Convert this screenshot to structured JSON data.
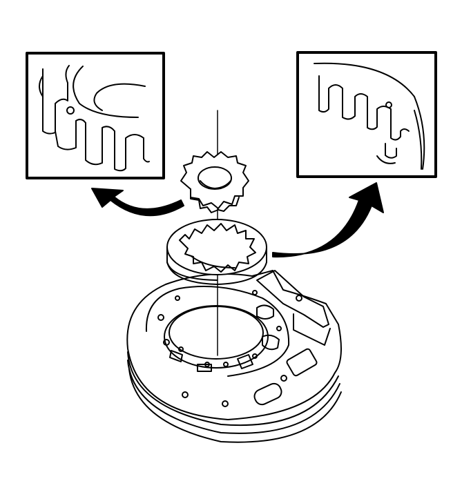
{
  "figure": {
    "kind": "exploded-assembly",
    "line_color": "#000000",
    "background": "#ffffff",
    "parts": [
      "drive-gear",
      "driven-gear-ring",
      "pump-body"
    ],
    "details": [
      "drive-gear-teeth-detail",
      "driven-gear-teeth-detail"
    ],
    "arrows": [
      "arrow-to-left-detail",
      "arrow-to-right-detail"
    ]
  }
}
